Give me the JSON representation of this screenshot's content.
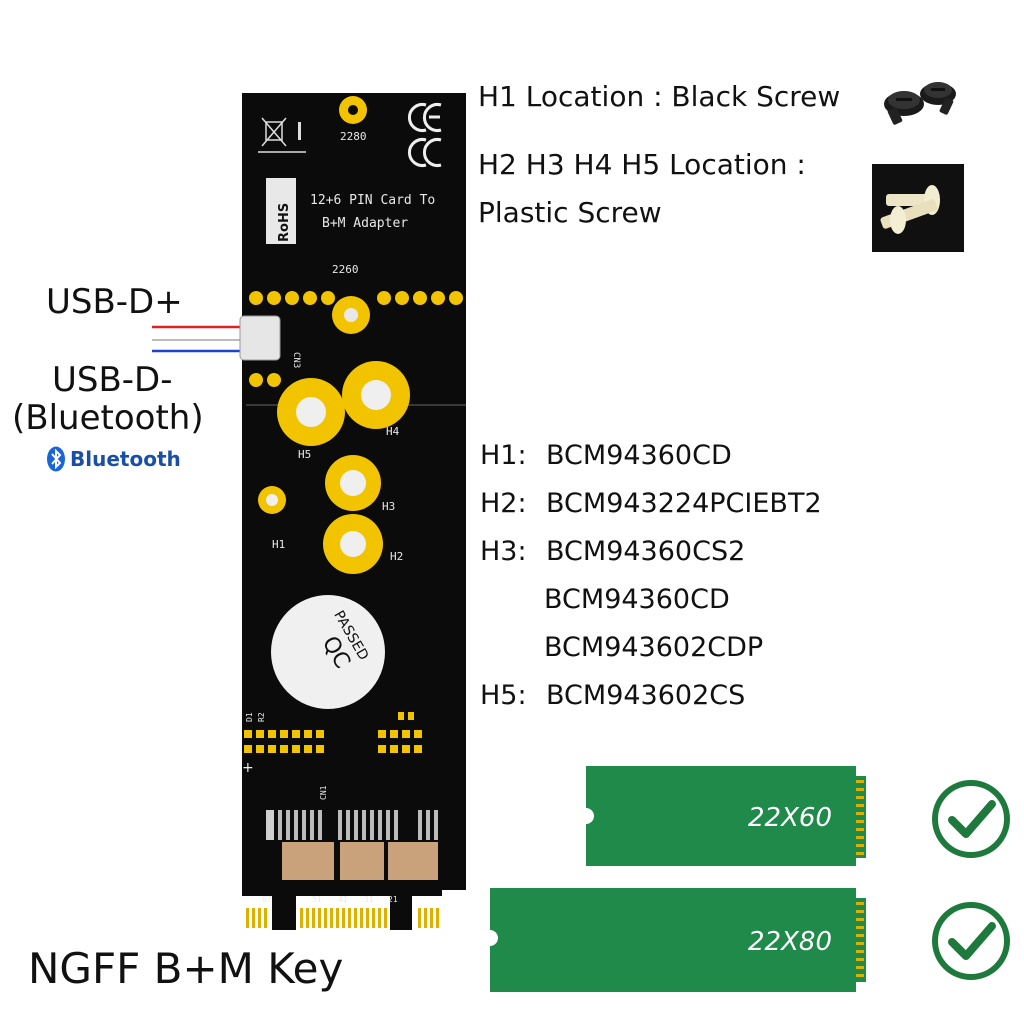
{
  "locations": {
    "h1_location": "H1 Location : Black Screw",
    "h2_location_line1": "H2 H3 H4 H5 Location :",
    "h2_location_line2": "Plastic Screw"
  },
  "usb": {
    "d_plus": "USB-D+",
    "d_minus": "USB-D-",
    "bluetooth_paren": "(Bluetooth)",
    "bluetooth_logo_text": "Bluetooth"
  },
  "board": {
    "label_2280": "2280",
    "title_line1": "12+6 PIN Card To",
    "title_line2": "B+M Adapter",
    "rohs": "RoHS",
    "label_2260": "2260",
    "cn3": "CN3",
    "h1": "H1",
    "h2": "H2",
    "h3": "H3",
    "h4": "H4",
    "h5": "H5",
    "qc": "QC",
    "passed": "PASSED",
    "d1": "D1",
    "r2": "R2",
    "cn1": "CN1",
    "pin_67": "67",
    "pin_51": "51",
    "pin_41": "41",
    "pin_31": "31",
    "pin_21": "21"
  },
  "compat": {
    "h1": {
      "label": "H1:",
      "model": "BCM94360CD"
    },
    "h2": {
      "label": "H2:",
      "model": "BCM943224PCIEBT2"
    },
    "h3": {
      "label": "H3:",
      "models": [
        "BCM94360CS2",
        "BCM94360CD",
        "BCM943602CDP"
      ]
    },
    "h5": {
      "label": "H5:",
      "model": "BCM943602CS"
    }
  },
  "sizes": [
    {
      "label": "22X60"
    },
    {
      "label": "22X80"
    }
  ],
  "key_label": "NGFF B+M Key",
  "colors": {
    "pcb": "#0b0b0b",
    "pad": "#f2c400",
    "card_green": "#1f8a4a",
    "check_green": "#1e7a3c",
    "usb_red": "#e02020",
    "usb_blue": "#2040d0"
  }
}
